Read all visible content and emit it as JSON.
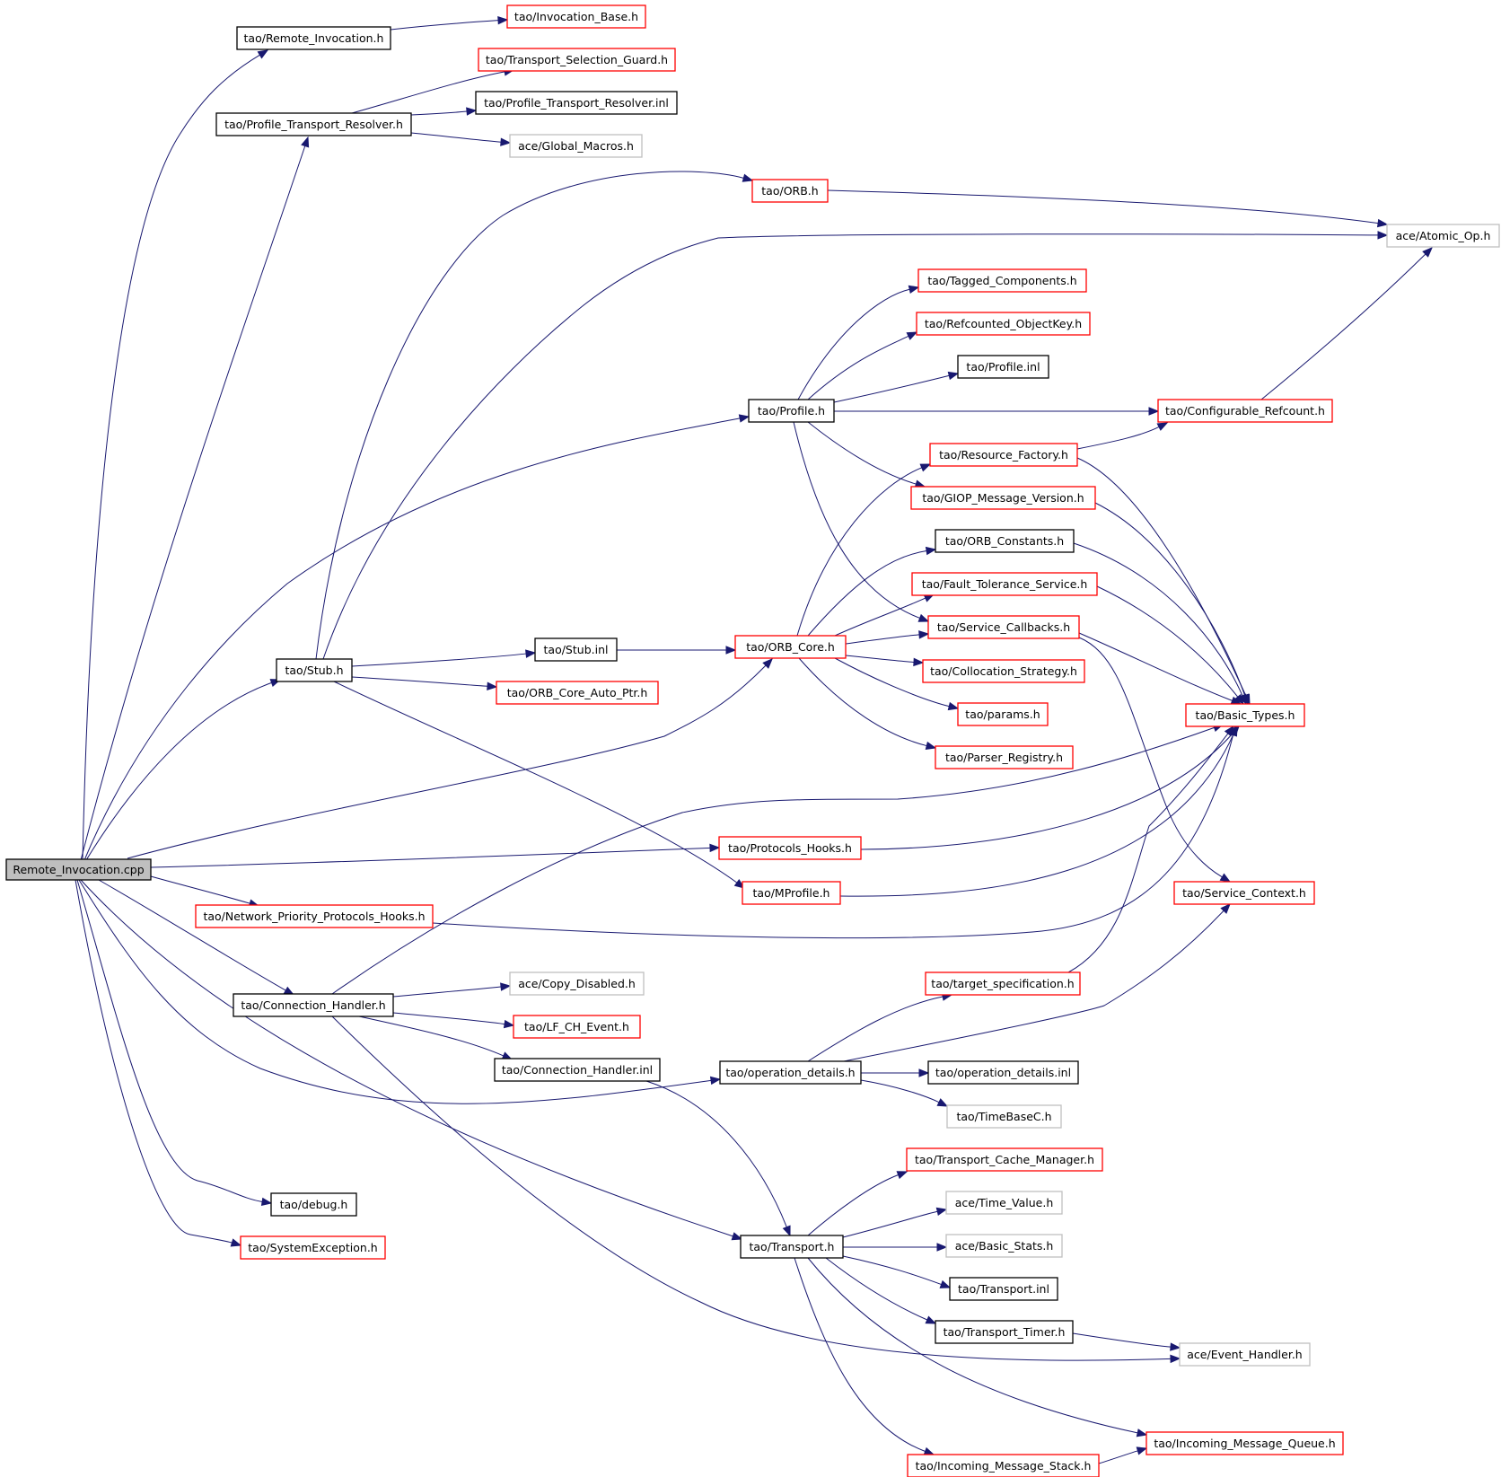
{
  "diagram": {
    "colors": {
      "edge": "#191970",
      "border_documented": "#000000",
      "border_truncated": "#ff0000",
      "border_external": "#bfbfbf",
      "root_fill": "#bfbfbf",
      "node_fill": "#ffffff"
    },
    "nodes": [
      {
        "id": "root",
        "label": "Remote_Invocation.cpp",
        "kind": "root"
      },
      {
        "id": "remote_invocation_h",
        "label": "tao/Remote_Invocation.h",
        "kind": "documented"
      },
      {
        "id": "invocation_base_h",
        "label": "tao/Invocation_Base.h",
        "kind": "truncated"
      },
      {
        "id": "transport_selection_guard_h",
        "label": "tao/Transport_Selection_Guard.h",
        "kind": "truncated"
      },
      {
        "id": "profile_transport_resolver_h",
        "label": "tao/Profile_Transport_Resolver.h",
        "kind": "documented"
      },
      {
        "id": "profile_transport_resolver_inl",
        "label": "tao/Profile_Transport_Resolver.inl",
        "kind": "documented"
      },
      {
        "id": "global_macros_h",
        "label": "ace/Global_Macros.h",
        "kind": "external"
      },
      {
        "id": "orb_h",
        "label": "tao/ORB.h",
        "kind": "truncated"
      },
      {
        "id": "atomic_op_h",
        "label": "ace/Atomic_Op.h",
        "kind": "external"
      },
      {
        "id": "tagged_components_h",
        "label": "tao/Tagged_Components.h",
        "kind": "truncated"
      },
      {
        "id": "refcounted_objectkey_h",
        "label": "tao/Refcounted_ObjectKey.h",
        "kind": "truncated"
      },
      {
        "id": "profile_inl",
        "label": "tao/Profile.inl",
        "kind": "documented"
      },
      {
        "id": "profile_h",
        "label": "tao/Profile.h",
        "kind": "documented"
      },
      {
        "id": "configurable_refcount_h",
        "label": "tao/Configurable_Refcount.h",
        "kind": "truncated"
      },
      {
        "id": "resource_factory_h",
        "label": "tao/Resource_Factory.h",
        "kind": "truncated"
      },
      {
        "id": "giop_message_version_h",
        "label": "tao/GIOP_Message_Version.h",
        "kind": "truncated"
      },
      {
        "id": "orb_constants_h",
        "label": "tao/ORB_Constants.h",
        "kind": "documented"
      },
      {
        "id": "fault_tolerance_service_h",
        "label": "tao/Fault_Tolerance_Service.h",
        "kind": "truncated"
      },
      {
        "id": "service_callbacks_h",
        "label": "tao/Service_Callbacks.h",
        "kind": "truncated"
      },
      {
        "id": "stub_h",
        "label": "tao/Stub.h",
        "kind": "documented"
      },
      {
        "id": "stub_inl",
        "label": "tao/Stub.inl",
        "kind": "documented"
      },
      {
        "id": "orb_core_h",
        "label": "tao/ORB_Core.h",
        "kind": "truncated"
      },
      {
        "id": "orb_core_auto_ptr_h",
        "label": "tao/ORB_Core_Auto_Ptr.h",
        "kind": "truncated"
      },
      {
        "id": "collocation_strategy_h",
        "label": "tao/Collocation_Strategy.h",
        "kind": "truncated"
      },
      {
        "id": "params_h",
        "label": "tao/params.h",
        "kind": "truncated"
      },
      {
        "id": "basic_types_h",
        "label": "tao/Basic_Types.h",
        "kind": "truncated"
      },
      {
        "id": "parser_registry_h",
        "label": "tao/Parser_Registry.h",
        "kind": "truncated"
      },
      {
        "id": "protocols_hooks_h",
        "label": "tao/Protocols_Hooks.h",
        "kind": "truncated"
      },
      {
        "id": "mprofile_h",
        "label": "tao/MProfile.h",
        "kind": "truncated"
      },
      {
        "id": "service_context_h",
        "label": "tao/Service_Context.h",
        "kind": "truncated"
      },
      {
        "id": "network_priority_protocols_hooks_h",
        "label": "tao/Network_Priority_Protocols_Hooks.h",
        "kind": "truncated"
      },
      {
        "id": "copy_disabled_h",
        "label": "ace/Copy_Disabled.h",
        "kind": "external"
      },
      {
        "id": "target_specification_h",
        "label": "tao/target_specification.h",
        "kind": "truncated"
      },
      {
        "id": "connection_handler_h",
        "label": "tao/Connection_Handler.h",
        "kind": "documented"
      },
      {
        "id": "lf_ch_event_h",
        "label": "tao/LF_CH_Event.h",
        "kind": "truncated"
      },
      {
        "id": "connection_handler_inl",
        "label": "tao/Connection_Handler.inl",
        "kind": "documented"
      },
      {
        "id": "operation_details_h",
        "label": "tao/operation_details.h",
        "kind": "documented"
      },
      {
        "id": "operation_details_inl",
        "label": "tao/operation_details.inl",
        "kind": "documented"
      },
      {
        "id": "timebasec_h",
        "label": "tao/TimeBaseC.h",
        "kind": "external"
      },
      {
        "id": "transport_cache_manager_h",
        "label": "tao/Transport_Cache_Manager.h",
        "kind": "truncated"
      },
      {
        "id": "debug_h",
        "label": "tao/debug.h",
        "kind": "documented"
      },
      {
        "id": "time_value_h",
        "label": "ace/Time_Value.h",
        "kind": "external"
      },
      {
        "id": "systemexception_h",
        "label": "tao/SystemException.h",
        "kind": "truncated"
      },
      {
        "id": "transport_h",
        "label": "tao/Transport.h",
        "kind": "documented"
      },
      {
        "id": "basic_stats_h",
        "label": "ace/Basic_Stats.h",
        "kind": "external"
      },
      {
        "id": "transport_inl",
        "label": "tao/Transport.inl",
        "kind": "documented"
      },
      {
        "id": "transport_timer_h",
        "label": "tao/Transport_Timer.h",
        "kind": "documented"
      },
      {
        "id": "event_handler_h",
        "label": "ace/Event_Handler.h",
        "kind": "external"
      },
      {
        "id": "incoming_message_queue_h",
        "label": "tao/Incoming_Message_Queue.h",
        "kind": "truncated"
      },
      {
        "id": "incoming_message_stack_h",
        "label": "tao/Incoming_Message_Stack.h",
        "kind": "truncated"
      }
    ],
    "edges": [
      [
        "root",
        "remote_invocation_h"
      ],
      [
        "root",
        "profile_transport_resolver_h"
      ],
      [
        "root",
        "profile_h"
      ],
      [
        "root",
        "stub_h"
      ],
      [
        "root",
        "orb_core_h"
      ],
      [
        "root",
        "protocols_hooks_h"
      ],
      [
        "root",
        "network_priority_protocols_hooks_h"
      ],
      [
        "root",
        "connection_handler_h"
      ],
      [
        "root",
        "operation_details_h"
      ],
      [
        "root",
        "debug_h"
      ],
      [
        "root",
        "systemexception_h"
      ],
      [
        "root",
        "transport_h"
      ],
      [
        "remote_invocation_h",
        "invocation_base_h"
      ],
      [
        "profile_transport_resolver_h",
        "transport_selection_guard_h"
      ],
      [
        "profile_transport_resolver_h",
        "profile_transport_resolver_inl"
      ],
      [
        "profile_transport_resolver_h",
        "global_macros_h"
      ],
      [
        "orb_h",
        "atomic_op_h"
      ],
      [
        "stub_h",
        "orb_h"
      ],
      [
        "stub_h",
        "atomic_op_h"
      ],
      [
        "stub_h",
        "stub_inl"
      ],
      [
        "stub_h",
        "orb_core_auto_ptr_h"
      ],
      [
        "stub_h",
        "mprofile_h"
      ],
      [
        "stub_inl",
        "orb_core_h"
      ],
      [
        "profile_h",
        "tagged_components_h"
      ],
      [
        "profile_h",
        "refcounted_objectkey_h"
      ],
      [
        "profile_h",
        "profile_inl"
      ],
      [
        "profile_h",
        "configurable_refcount_h"
      ],
      [
        "profile_h",
        "giop_message_version_h"
      ],
      [
        "profile_h",
        "service_callbacks_h"
      ],
      [
        "configurable_refcount_h",
        "atomic_op_h"
      ],
      [
        "resource_factory_h",
        "configurable_refcount_h"
      ],
      [
        "resource_factory_h",
        "basic_types_h"
      ],
      [
        "giop_message_version_h",
        "basic_types_h"
      ],
      [
        "orb_constants_h",
        "basic_types_h"
      ],
      [
        "fault_tolerance_service_h",
        "basic_types_h"
      ],
      [
        "service_callbacks_h",
        "basic_types_h"
      ],
      [
        "service_callbacks_h",
        "service_context_h"
      ],
      [
        "orb_core_h",
        "resource_factory_h"
      ],
      [
        "orb_core_h",
        "orb_constants_h"
      ],
      [
        "orb_core_h",
        "fault_tolerance_service_h"
      ],
      [
        "orb_core_h",
        "service_callbacks_h"
      ],
      [
        "orb_core_h",
        "collocation_strategy_h"
      ],
      [
        "orb_core_h",
        "params_h"
      ],
      [
        "orb_core_h",
        "parser_registry_h"
      ],
      [
        "protocols_hooks_h",
        "basic_types_h"
      ],
      [
        "mprofile_h",
        "basic_types_h"
      ],
      [
        "network_priority_protocols_hooks_h",
        "basic_types_h"
      ],
      [
        "connection_handler_h",
        "basic_types_h"
      ],
      [
        "connection_handler_h",
        "copy_disabled_h"
      ],
      [
        "connection_handler_h",
        "lf_ch_event_h"
      ],
      [
        "connection_handler_h",
        "connection_handler_inl"
      ],
      [
        "connection_handler_h",
        "event_handler_h"
      ],
      [
        "connection_handler_inl",
        "transport_h"
      ],
      [
        "operation_details_h",
        "target_specification_h"
      ],
      [
        "operation_details_h",
        "service_context_h"
      ],
      [
        "operation_details_h",
        "operation_details_inl"
      ],
      [
        "operation_details_h",
        "timebasec_h"
      ],
      [
        "target_specification_h",
        "basic_types_h"
      ],
      [
        "transport_h",
        "transport_cache_manager_h"
      ],
      [
        "transport_h",
        "time_value_h"
      ],
      [
        "transport_h",
        "basic_stats_h"
      ],
      [
        "transport_h",
        "transport_inl"
      ],
      [
        "transport_h",
        "transport_timer_h"
      ],
      [
        "transport_h",
        "incoming_message_queue_h"
      ],
      [
        "transport_h",
        "incoming_message_stack_h"
      ],
      [
        "transport_timer_h",
        "event_handler_h"
      ],
      [
        "incoming_message_stack_h",
        "incoming_message_queue_h"
      ]
    ]
  }
}
